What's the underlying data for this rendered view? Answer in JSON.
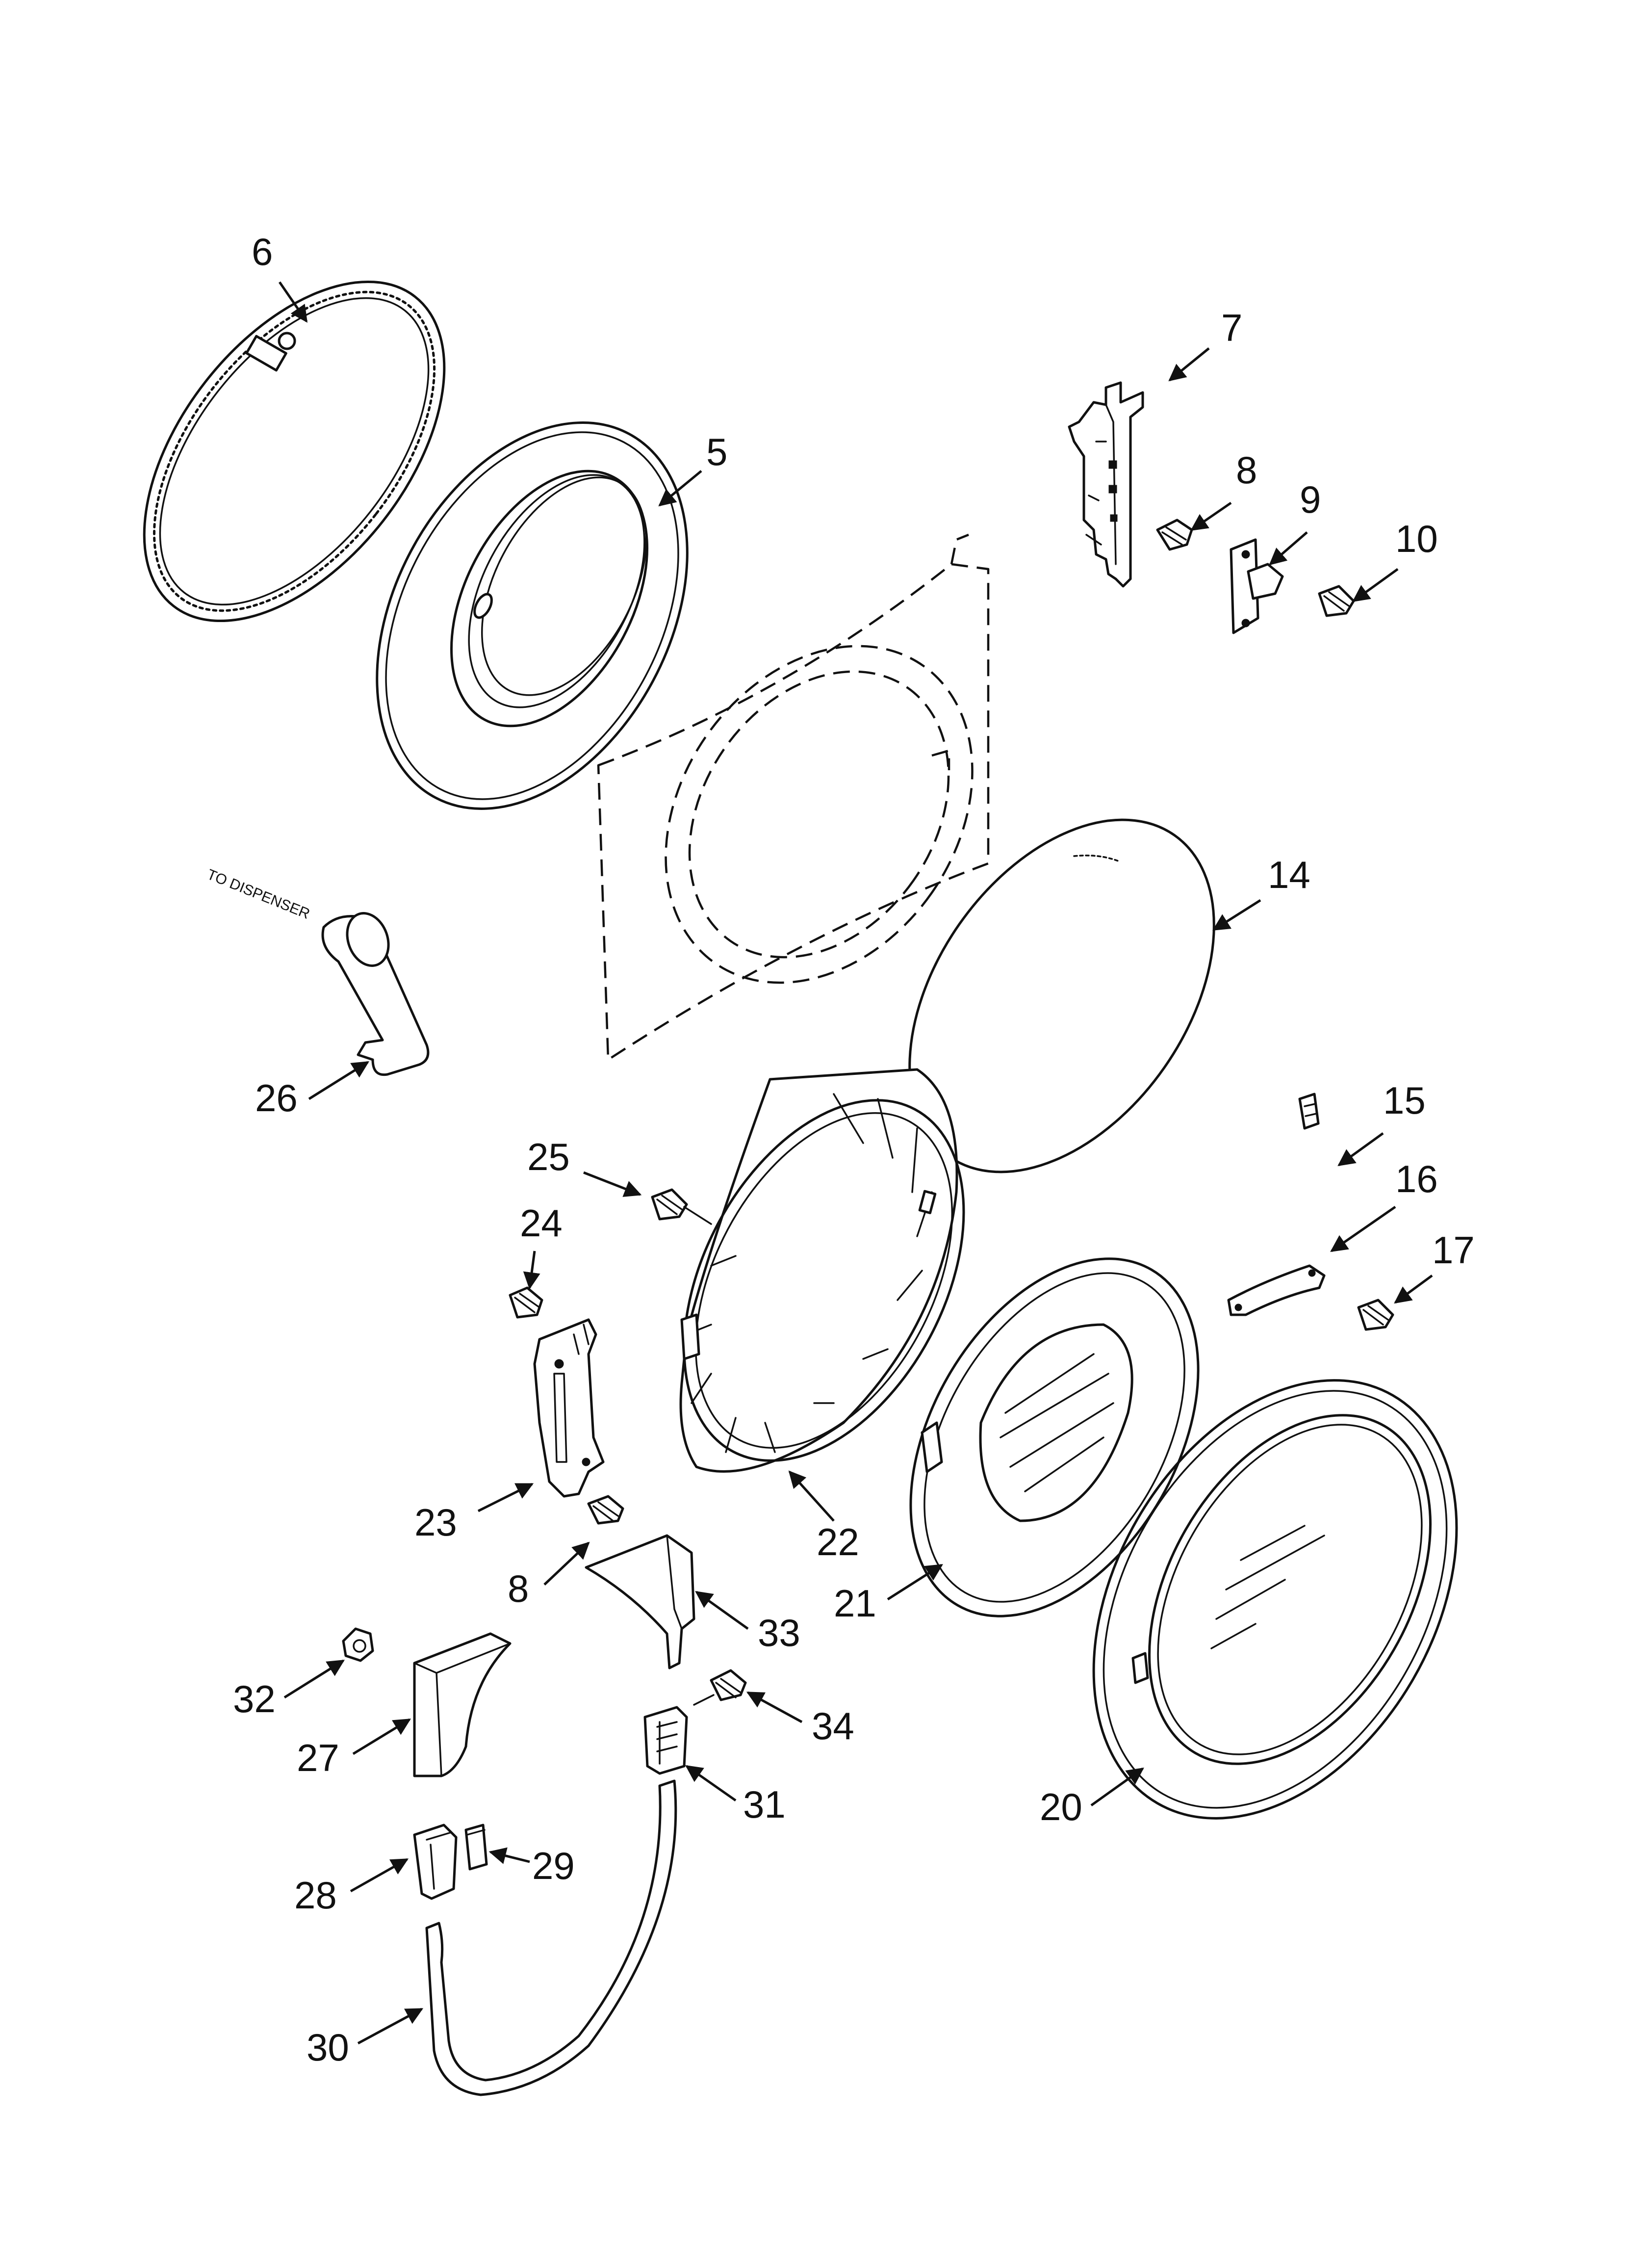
{
  "note": "TO DISPENSER",
  "callouts": {
    "c5": "5",
    "c6": "6",
    "c7": "7",
    "c8a": "8",
    "c8b": "8",
    "c9": "9",
    "c10": "10",
    "c14": "14",
    "c15": "15",
    "c16": "16",
    "c17": "17",
    "c20": "20",
    "c21": "21",
    "c22": "22",
    "c23": "23",
    "c24": "24",
    "c25": "25",
    "c26": "26",
    "c27": "27",
    "c28": "28",
    "c29": "29",
    "c30": "30",
    "c31": "31",
    "c32": "32",
    "c33": "33",
    "c34": "34"
  }
}
